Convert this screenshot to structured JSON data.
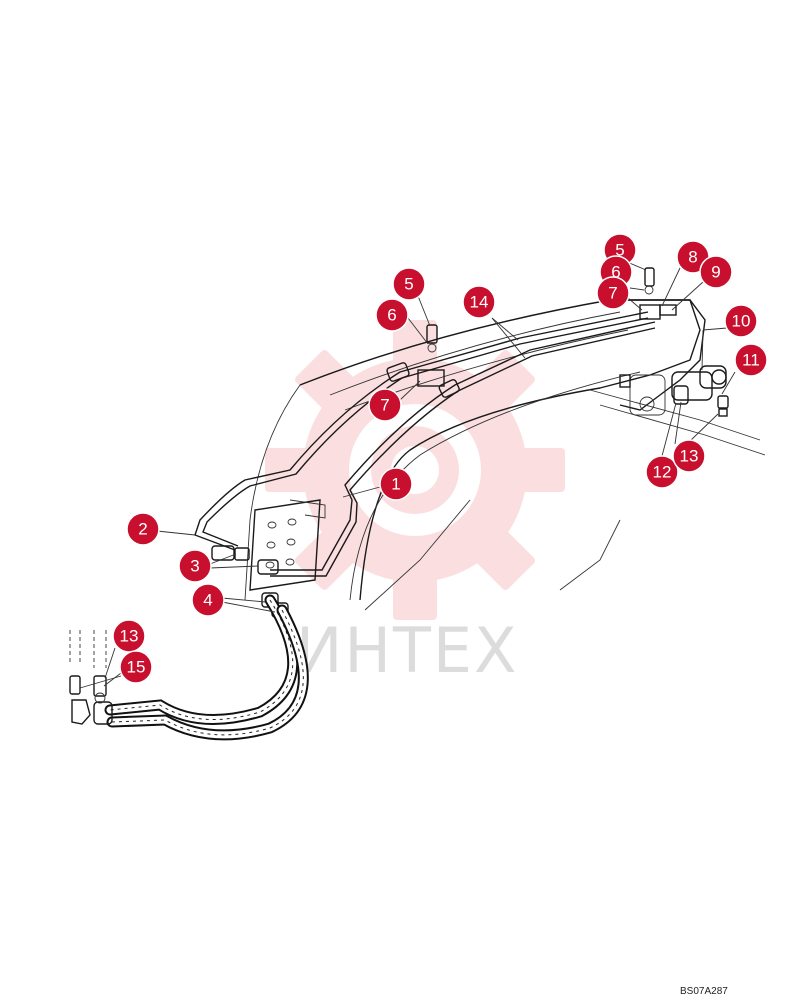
{
  "figure_code": "BS07A287",
  "watermark": {
    "text": "ИНТЕХ",
    "gear_color": "#e8141b"
  },
  "accent_color": "#c8102e",
  "callouts": [
    {
      "label": "1"
    },
    {
      "label": "2"
    },
    {
      "label": "3"
    },
    {
      "label": "4"
    },
    {
      "label": "5"
    },
    {
      "label": "6"
    },
    {
      "label": "7"
    },
    {
      "label": "14"
    },
    {
      "label": "5"
    },
    {
      "label": "6"
    },
    {
      "label": "7"
    },
    {
      "label": "8"
    },
    {
      "label": "9"
    },
    {
      "label": "10"
    },
    {
      "label": "11"
    },
    {
      "label": "12"
    },
    {
      "label": "13"
    },
    {
      "label": "13"
    },
    {
      "label": "15"
    }
  ]
}
